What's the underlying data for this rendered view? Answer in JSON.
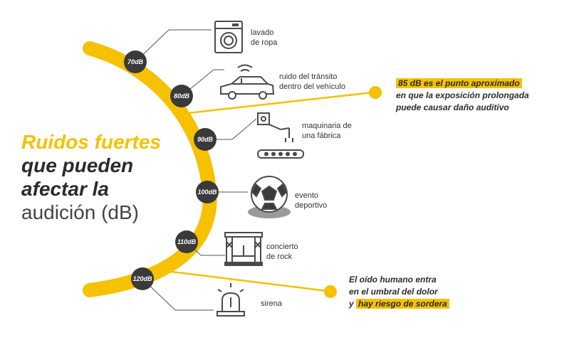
{
  "title": {
    "line1": "Ruidos fuertes",
    "line2": "que pueden",
    "line3": "afectar la",
    "line4": "audición (dB)"
  },
  "levels": [
    {
      "db": "70dB",
      "label": "lavado\nde ropa",
      "icon": "washing-machine-icon"
    },
    {
      "db": "80dB",
      "label": "ruido del tránsito\ndentro del vehículo",
      "icon": "car-icon"
    },
    {
      "db": "90dB",
      "label": "maquinaria de\nuna fábrica",
      "icon": "factory-machine-icon"
    },
    {
      "db": "100dB",
      "label": "evento\ndeportivo",
      "icon": "soccer-ball-icon"
    },
    {
      "db": "110dB",
      "label": "concierto\nde rock",
      "icon": "concert-stage-icon"
    },
    {
      "db": "120dB",
      "label": "sirena",
      "icon": "siren-icon"
    }
  ],
  "callout_top": {
    "highlight": "85 dB es el punto aproximado",
    "line2": "en que la exposición prolongada",
    "line3": "puede causar daño auditivo"
  },
  "callout_bottom": {
    "line1": "El oído humano entra",
    "line2": "en el umbral del dolor",
    "line3_prefix": "y",
    "line3_highlight": "hay riesgo de sordera"
  },
  "colors": {
    "accent": "#f5c100",
    "dark": "#2b2b2b",
    "line": "#444444"
  }
}
